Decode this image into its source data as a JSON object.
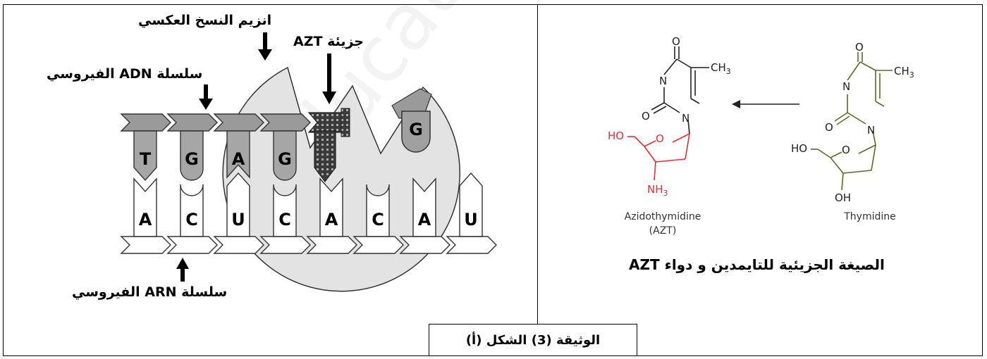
{
  "labels": {
    "enzyme": "انزيم النسخ العكسي",
    "azt_molecule": "جزيئة AZT",
    "dna_strand": "سلسلة ADN الفيروسي",
    "rna_strand": "سلسلة ARN الفيروسي",
    "formula_caption": "الصيغة الجزيئية للتايمدين و دواء AZT",
    "figure_caption": "الوثيقة (3) الشكل (أ)"
  },
  "dna_bases": [
    "T",
    "G",
    "A",
    "G"
  ],
  "rna_bases": [
    "A",
    "C",
    "U",
    "C",
    "A",
    "C",
    "A",
    "U"
  ],
  "incoming_base": "G",
  "azt_structure": {
    "name": "Azidothymidine",
    "abbr": "(AZT)",
    "ho": "HO",
    "nh3": "NH",
    "nh3_sub": "3",
    "n3": "N",
    "n1": "N",
    "o_top": "O",
    "o_left": "O",
    "o_ring": "O",
    "ch3": "CH",
    "ch3_sub": "3",
    "color": "#e0303a"
  },
  "thymidine_structure": {
    "name": "Thymidine",
    "ho": "HO",
    "oh": "OH",
    "n3": "N",
    "n1": "N",
    "o_top": "O",
    "o_left": "O",
    "o_ring": "O",
    "ch3": "CH",
    "ch3_sub": "3",
    "color": "#5a6b2a"
  },
  "watermark": "education.com"
}
